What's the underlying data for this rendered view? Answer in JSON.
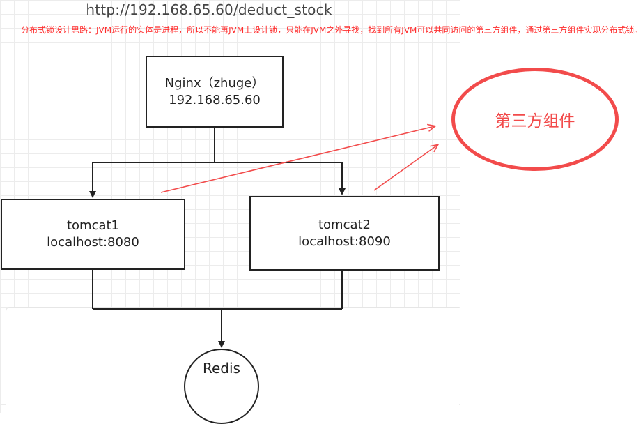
{
  "header": {
    "url": "http://192.168.65.60/deduct_stock"
  },
  "note": {
    "text": "分布式锁设计思路：JVM运行的实体是进程，所以不能再JVM上设计锁，只能在JVM之外寻找，找到所有JVM可以共同访问的第三方组件，通过第三方组件实现分布式锁。"
  },
  "nodes": {
    "nginx": {
      "line1": "Nginx（zhuge）",
      "line2": "192.168.65.60"
    },
    "tomcat1": {
      "line1": "tomcat1",
      "line2": "localhost:8080"
    },
    "tomcat2": {
      "line1": "tomcat2",
      "line2": "localhost:8090"
    },
    "redis": {
      "label": "Redis"
    },
    "third_party": {
      "label": "第三方组件"
    }
  },
  "colors": {
    "annotation": "#f24b4b",
    "note_text": "#ff2d2d",
    "lines": "#222222"
  }
}
